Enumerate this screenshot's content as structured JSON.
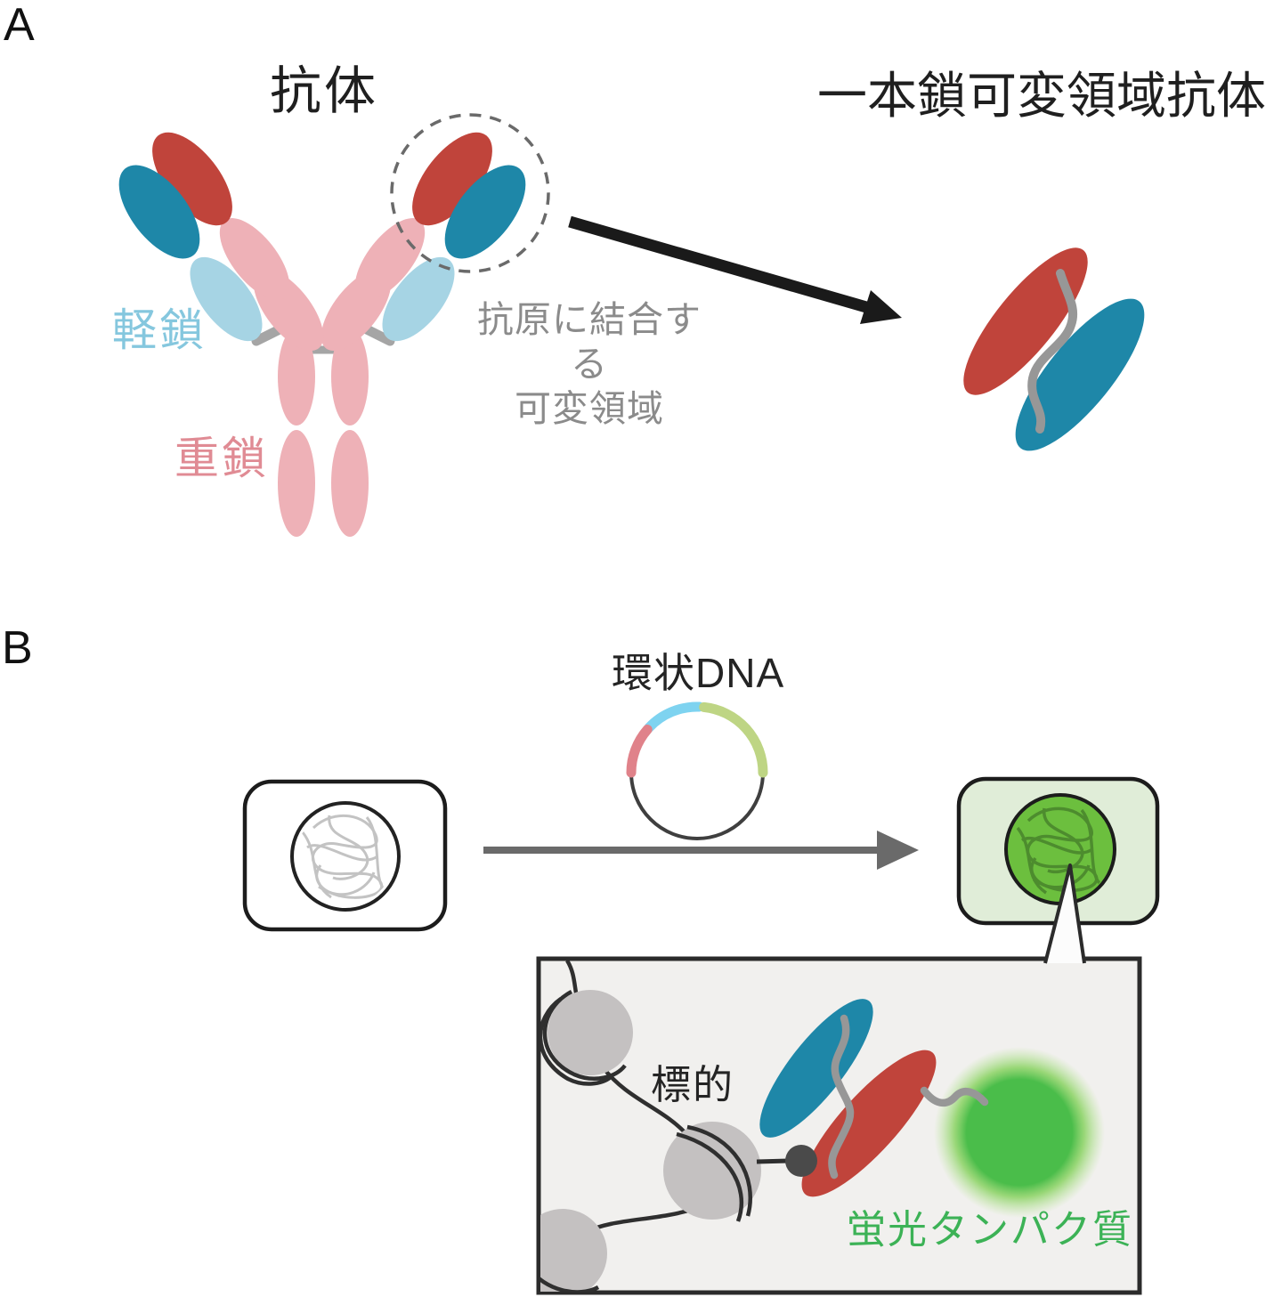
{
  "panel_a": {
    "label": "A",
    "antibody_title": "抗体",
    "scfv_title": "一本鎖可変領域抗体",
    "light_chain_label": "軽鎖",
    "heavy_chain_label": "重鎖",
    "caption_line1": "抗原に結合する",
    "caption_line2": "可変領域"
  },
  "panel_b": {
    "label": "B",
    "plasmid_label": "環状DNA",
    "target_label": "標的",
    "fluorescent_label": "蛍光タンパク質"
  },
  "colors": {
    "heavy_chain_pink": "#eeb1b7",
    "light_chain_blue": "#a6d4e4",
    "variable_heavy_red": "#c0443b",
    "variable_light_teal": "#1e87a8",
    "linker_gray": "#979797",
    "heavy_label_pink": "#e08b94",
    "light_label_blue": "#85c7de",
    "caption_gray": "#8b8b8b",
    "plasmid_arc_blue": "#7ed3f0",
    "plasmid_arc_red": "#e0828a",
    "plasmid_arc_green": "#bed584",
    "cell_fill_green": "#e0edd8",
    "nucleus_green": "#6cbf3e",
    "gfp_green": "#4abd4a",
    "fluorescent_text_green": "#3cb256",
    "arrow_gray": "#6a6a6a",
    "nucleosome_gray": "#c4c1c1",
    "zoom_box_fill": "#f1f0ee"
  }
}
